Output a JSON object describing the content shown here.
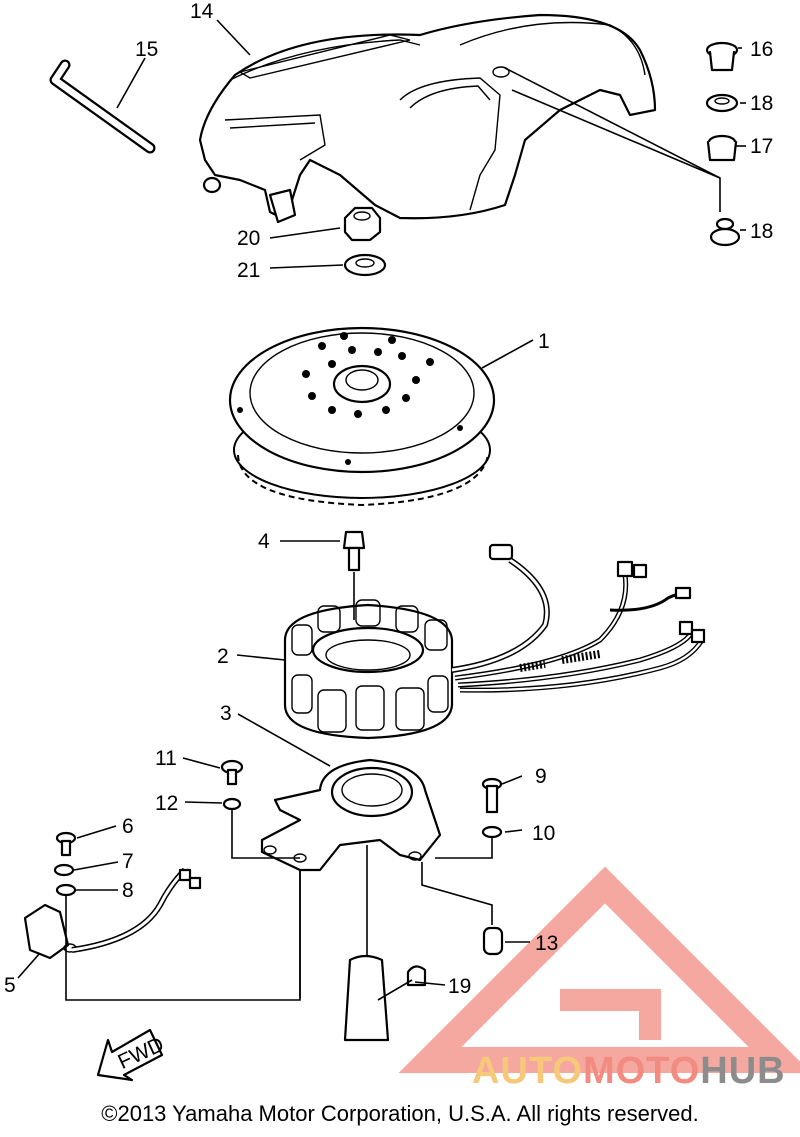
{
  "diagram": {
    "parts": [
      {
        "num": "1"
      },
      {
        "num": "2"
      },
      {
        "num": "3"
      },
      {
        "num": "4"
      },
      {
        "num": "5"
      },
      {
        "num": "6"
      },
      {
        "num": "7"
      },
      {
        "num": "8"
      },
      {
        "num": "9"
      },
      {
        "num": "10"
      },
      {
        "num": "11"
      },
      {
        "num": "12"
      },
      {
        "num": "13"
      },
      {
        "num": "14"
      },
      {
        "num": "15"
      },
      {
        "num": "16"
      },
      {
        "num": "17"
      },
      {
        "num": "18"
      },
      {
        "num": "18"
      },
      {
        "num": "19"
      },
      {
        "num": "20"
      },
      {
        "num": "21"
      }
    ],
    "arrow_text": "FWD"
  },
  "watermark": {
    "word_a": "AUTO",
    "word_b": "MOTO",
    "word_c": "HUB",
    "color_a": "#f7c77a",
    "color_b": "#f28b80",
    "color_c": "#8c8c8c"
  },
  "footer": {
    "copyright": "©2013 Yamaha Motor Corporation, U.S.A. All rights reserved."
  }
}
